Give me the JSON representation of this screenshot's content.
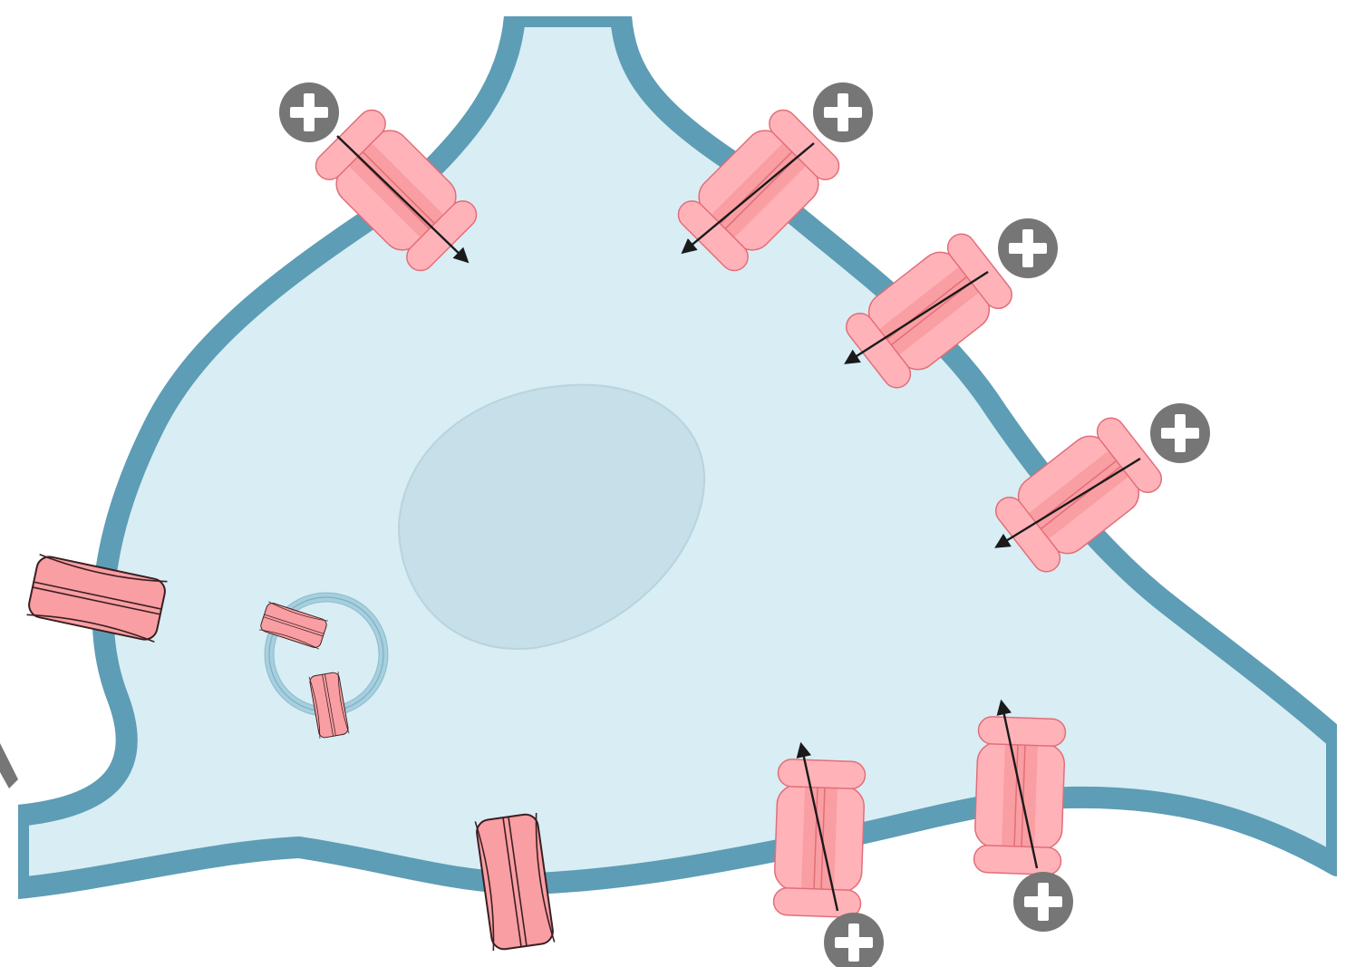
{
  "diagram": {
    "colors": {
      "membrane": "#5d9db5",
      "cytoplasm": "#d8edf4",
      "nucleus": "#c6dfe8",
      "nucleus_edge": "#b7d4df",
      "channel_light": "#ffb3b8",
      "channel_mid": "#f99ea2",
      "channel_edge": "#e26e79",
      "channel_dark_edge": "#3a1f22",
      "vesicle": "#a7cfdd",
      "ion": "#767676",
      "ion_symbol": "#ffffff",
      "arrow": "#1a1a1a"
    },
    "ion_symbol": "+",
    "icons": {
      "ion": "plus-ion-icon",
      "channel": "ion-channel-icon",
      "vesicle": "vesicle-icon",
      "nucleus": "nucleus-shape",
      "arrow": "ion-flow-arrow-icon"
    },
    "open_channels_with_ion_influx": 6,
    "closed_channels_in_membrane": 2,
    "channels_inside_vesicle": 2
  }
}
